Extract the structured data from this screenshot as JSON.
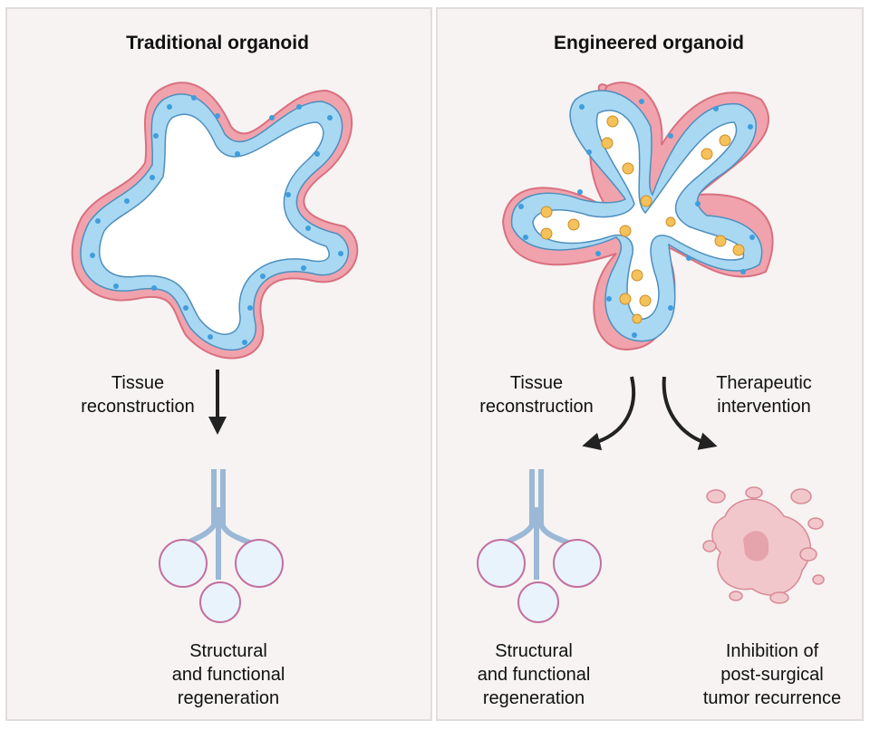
{
  "left_panel": {
    "title": "Traditional organoid",
    "arrow_label": [
      "Tissue",
      "reconstruction"
    ],
    "outcome": [
      "Structural",
      "and functional",
      "regeneration"
    ]
  },
  "right_panel": {
    "title": "Engineered organoid",
    "arrow_label_left": [
      "Tissue",
      "reconstruction"
    ],
    "arrow_label_right": [
      "Therapeutic",
      "intervention"
    ],
    "outcome_left": [
      "Structural",
      "and functional",
      "regeneration"
    ],
    "outcome_right": [
      "Inhibition of",
      "post-surgical",
      "tumor recurrence"
    ]
  },
  "colors": {
    "panel_bg": "#f6f3f2",
    "panel_border": "#e2dcdc",
    "epithelium": "#a9d8f3",
    "nucleus": "#3f9ddc",
    "outer_layer": "#f0a3ad",
    "nanoparticle": "#f5c15b",
    "tumor": "#f1c7cc",
    "arrow": "#222222"
  }
}
